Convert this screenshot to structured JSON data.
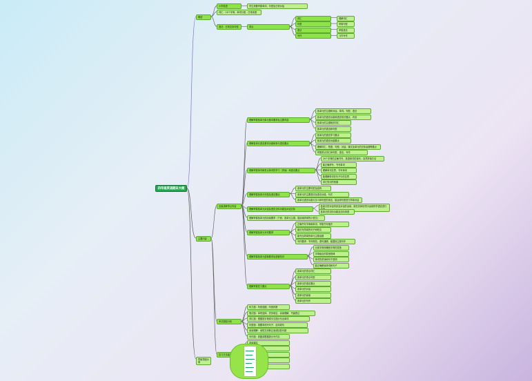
{
  "root": {
    "label": "四年级英语期末大纲"
  },
  "branches": [
    {
      "label": "概述",
      "children": [
        {
          "label": "小学英语",
          "children": [
            {
              "label": "学生需要掌握单词、句型及日常对话"
            }
          ]
        },
        {
          "label": "词汇：26个字母、单词分类、日常用语"
        },
        {
          "label": "语法：日常交际句型",
          "children": [
            {
              "label": "重点",
              "children": [
                {
                  "label": "词汇",
                  "children": [
                    {
                      "label": "理解词汇"
                    }
                  ]
                },
                {
                  "label": "句型",
                  "children": [
                    {
                      "label": "掌握句型"
                    }
                  ]
                },
                {
                  "label": "语法",
                  "children": [
                    {
                      "label": "掌握语法"
                    }
                  ]
                },
                {
                  "label": "写作",
                  "children": [
                    {
                      "label": "习作写作"
                    }
                  ]
                }
              ]
            }
          ]
        }
      ]
    },
    {
      "label": "主要内容",
      "children": [
        {
          "label": "全面讲解重点内容",
          "children": [
            {
              "label": "理解掌握各单元单元基本要求及主要内容",
              "children": [
                {
                  "label": "各单元的主题和对话、单词、句型、语法"
                },
                {
                  "label": "各单元的语言功能和语言知识要点、内容"
                },
                {
                  "label": "各单元的主题相关词汇"
                },
                {
                  "label": "各单元的语法和句型"
                }
              ]
            },
            {
              "label": "理解各单元语言基本功能和单元语言要点",
              "children": [
                {
                  "label": "各单元的语言学习要点"
                },
                {
                  "label": "各单元的语言功能要点"
                },
                {
                  "label": "理解词汇、短语、句型、对话、课文及单元的交际话题等要点"
                },
                {
                  "label": "掌握重点词汇和句型、语法、写作"
                }
              ]
            },
            {
              "label": "理解掌握单词和重点单词的学习（拼读）和语法要点",
              "children": [
                {
                  "label": "26个字母的正确书写，英语单词的读写，自然拼读方法"
                },
                {
                  "label": "能正确拼写、书写单词"
                },
                {
                  "label": "理解单词意思，书写单词"
                },
                {
                  "label": "能理解单词在句子中的意思"
                },
                {
                  "label": "词汇知识的拓展"
                }
              ]
            },
            {
              "label": "理解掌握各单元句型及语法要点",
              "children": [
                {
                  "label": "各单元的主要句型及结构"
                },
                {
                  "label": "各单元的主要语法及语法功能、句式"
                },
                {
                  "label": "各单元语言功能与意义和句型的用法，能运用句型进行简单对话"
                }
              ]
            },
            {
              "label": "理解掌握各单元对话及语言交际功能及对话交际",
              "children": [
                {
                  "label": "各单元的对话情景及对话的运用，能在具体情境中运用所学语言进行交流"
                },
                {
                  "label": "各单元的交际功能及交际用语"
                }
              ]
            },
            {
              "label": "理解掌握各单元的阅读要求（下册，各单元主题，能阅读简单的小短文）"
            },
            {
              "label": "理解掌握各单元写作要求",
              "children": [
                {
                  "label": "正确书写字母和单词，掌握书写格式"
                },
                {
                  "label": "能仿写简单的句子和短文"
                },
                {
                  "label": "能写出简单的单元主题话题"
                },
                {
                  "label": "写作要求：书写规范，语句通顺，能围绕主题写作"
                }
              ]
            },
            {
              "label": "理解掌握各单元语音要求及语音知识",
              "children": [
                {
                  "label": "元音字母和辅音字母的发音"
                },
                {
                  "label": "字母组合的发音规律"
                },
                {
                  "label": "单词的重读和句子语调"
                },
                {
                  "label": "能正确朗读单词和句子"
                }
              ]
            },
            {
              "label": "理解掌握复习要点",
              "children": [
                {
                  "label": "各单元的重点词汇"
                },
                {
                  "label": "各单元的重点句型"
                },
                {
                  "label": "各单元的语法要点"
                },
                {
                  "label": "各单元的对话"
                },
                {
                  "label": "各单元的阅读"
                },
                {
                  "label": "各单元的写作"
                }
              ]
            }
          ]
        },
        {
          "label": "考试题型分析",
          "children": [
            {
              "label": "听力题：听音选图、听音判断"
            },
            {
              "label": "笔试题：单项选择、完形填空、阅读理解、书面表达"
            },
            {
              "label": "词汇题：根据首字母或中文提示写出单词"
            },
            {
              "label": "句型题：按要求改写句子、连词成句"
            },
            {
              "label": "阅读理解：读短文判断正误或回答问题"
            },
            {
              "label": "写作题：看图或根据提示写作文"
            }
          ]
        },
        {
          "label": "复习方法建议",
          "children": [
            {
              "label": "熟读课文"
            },
            {
              "label": "背诵单词"
            },
            {
              "label": "多做练习"
            },
            {
              "label": "归纳整理"
            },
            {
              "label": "查漏补缺"
            }
          ]
        }
      ]
    },
    {
      "label": "思维导图示例"
    }
  ]
}
